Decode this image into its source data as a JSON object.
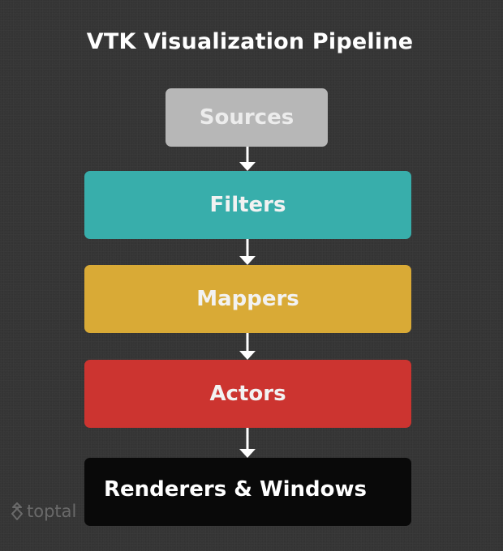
{
  "diagram": {
    "title": "VTK Visualization Pipeline",
    "stages": [
      {
        "label": "Sources",
        "color": "#b7b7b7"
      },
      {
        "label": "Filters",
        "color": "#38aeab"
      },
      {
        "label": "Mappers",
        "color": "#d9aa36"
      },
      {
        "label": "Actors",
        "color": "#cc3430"
      },
      {
        "label": "Renderers & Windows",
        "color": "#090909"
      }
    ],
    "arrow_color": "#ffffff",
    "background_color": "#353535"
  },
  "watermark": {
    "text": "toptal",
    "icon": "toptal-logo-icon"
  }
}
